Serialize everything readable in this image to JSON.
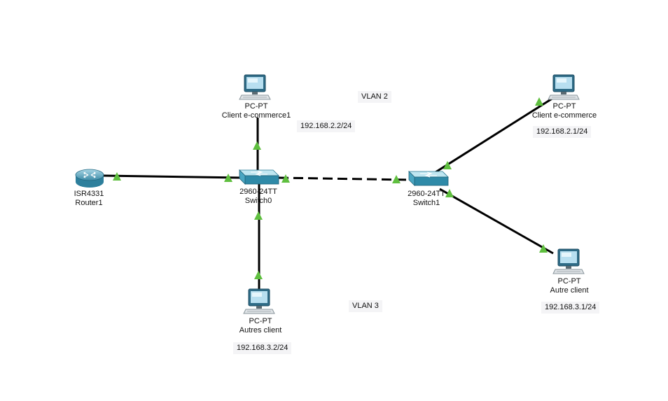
{
  "devices": {
    "router1": {
      "model": "ISR4331",
      "name": "Router1"
    },
    "switch0": {
      "model": "2960-24TT",
      "name": "Switch0"
    },
    "switch1": {
      "model": "2960-24TT",
      "name": "Switch1"
    },
    "pc_client_ecommerce1": {
      "model": "PC-PT",
      "name": "Client e-commerce1"
    },
    "pc_autres_client": {
      "model": "PC-PT",
      "name": "Autres client"
    },
    "pc_client_ecommerce": {
      "model": "PC-PT",
      "name": "Client e-commerce"
    },
    "pc_autre_client": {
      "model": "PC-PT",
      "name": "Autre client"
    }
  },
  "notes": {
    "vlan2": "VLAN 2",
    "vlan3": "VLAN 3",
    "ip_ecommerce1": "192.168.2.2/24",
    "ip_ecommerce": "192.168.2.1/24",
    "ip_autres_client": "192.168.3.2/24",
    "ip_autre_client": "192.168.3.1/24"
  },
  "links": [
    {
      "from": "router1",
      "to": "switch0",
      "style": "copper-straight"
    },
    {
      "from": "switch0",
      "to": "pc_client_ecommerce1",
      "style": "copper-straight"
    },
    {
      "from": "switch0",
      "to": "pc_autres_client",
      "style": "copper-straight"
    },
    {
      "from": "switch0",
      "to": "switch1",
      "style": "copper-cross"
    },
    {
      "from": "switch1",
      "to": "pc_client_ecommerce",
      "style": "copper-straight"
    },
    {
      "from": "switch1",
      "to": "pc_autre_client",
      "style": "copper-straight"
    }
  ],
  "colors": {
    "link": "#000000",
    "port_up": "#5fbf3f"
  }
}
